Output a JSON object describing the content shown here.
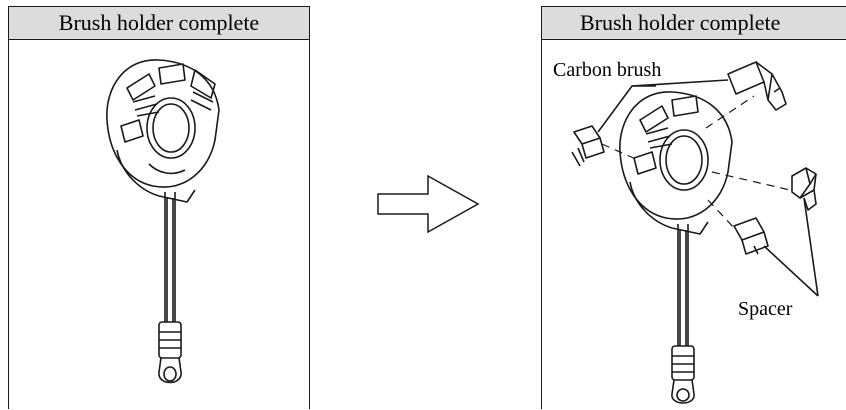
{
  "panels": {
    "left": {
      "title": "Brush holder complete"
    },
    "right": {
      "title": "Brush holder complete"
    }
  },
  "callouts": {
    "carbon_brush": "Carbon brush",
    "spacer": "Spacer"
  },
  "icons": {
    "transition_arrow": "right-arrow-icon"
  },
  "colors": {
    "line": "#1a1a1a",
    "title_bar": "#dcdcdc"
  }
}
